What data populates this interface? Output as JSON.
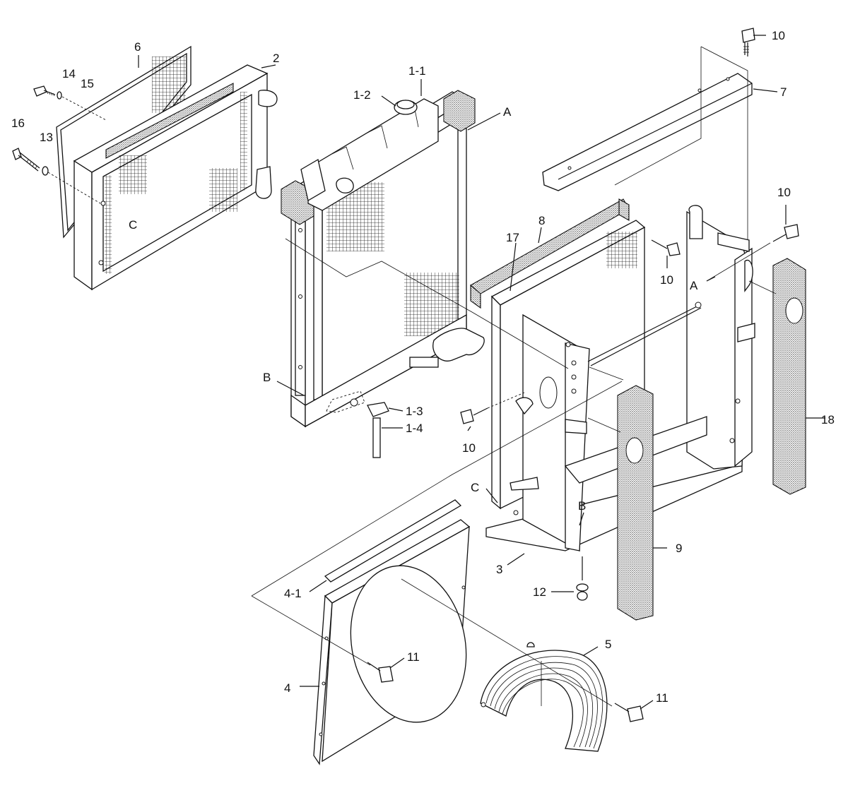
{
  "labels": {
    "p6": "6",
    "p2": "2",
    "p14": "14",
    "p15": "15",
    "p16": "16",
    "p13": "13",
    "pC1": "C",
    "p1_1": "1-1",
    "p1_2": "1-2",
    "pA1": "A",
    "pB1": "B",
    "p1_3": "1-3",
    "p1_4": "1-4",
    "p10a": "10",
    "p7": "7",
    "p10b": "10",
    "p8": "8",
    "p17": "17",
    "p10c": "10",
    "pA2": "A",
    "p10d": "10",
    "p18": "18",
    "pC2": "C",
    "pB2": "B",
    "p9": "9",
    "p3": "3",
    "p12": "12",
    "p4_1": "4-1",
    "p11a": "11",
    "p5": "5",
    "p4": "4",
    "p11b": "11"
  }
}
